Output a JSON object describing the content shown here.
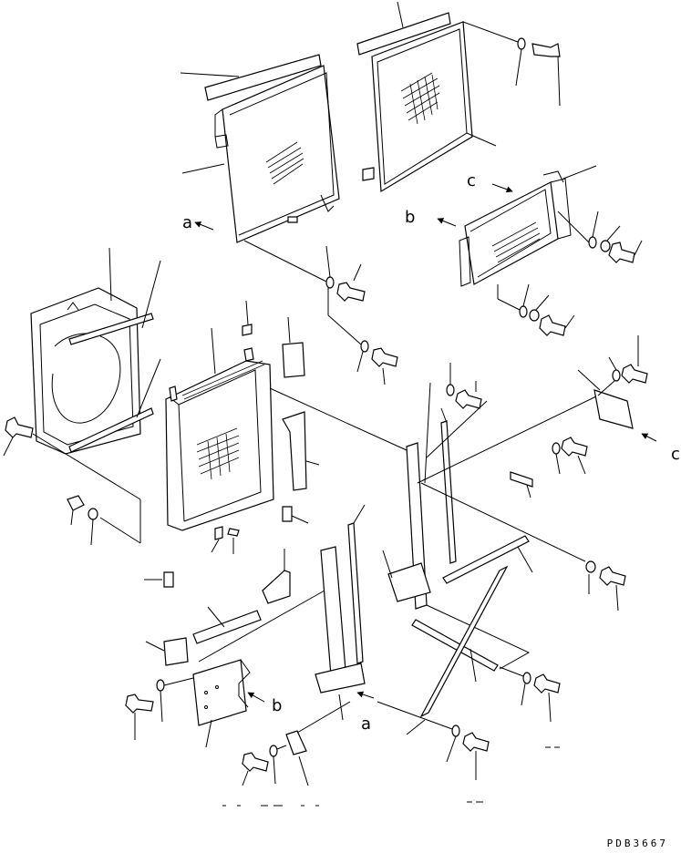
{
  "drawing": {
    "callouts": {
      "a_upper": "a",
      "b_upper": "b",
      "c_upper": "c",
      "c_right": "c",
      "b_lower": "b",
      "a_lower": "a"
    },
    "document_code": "PDB3667"
  }
}
